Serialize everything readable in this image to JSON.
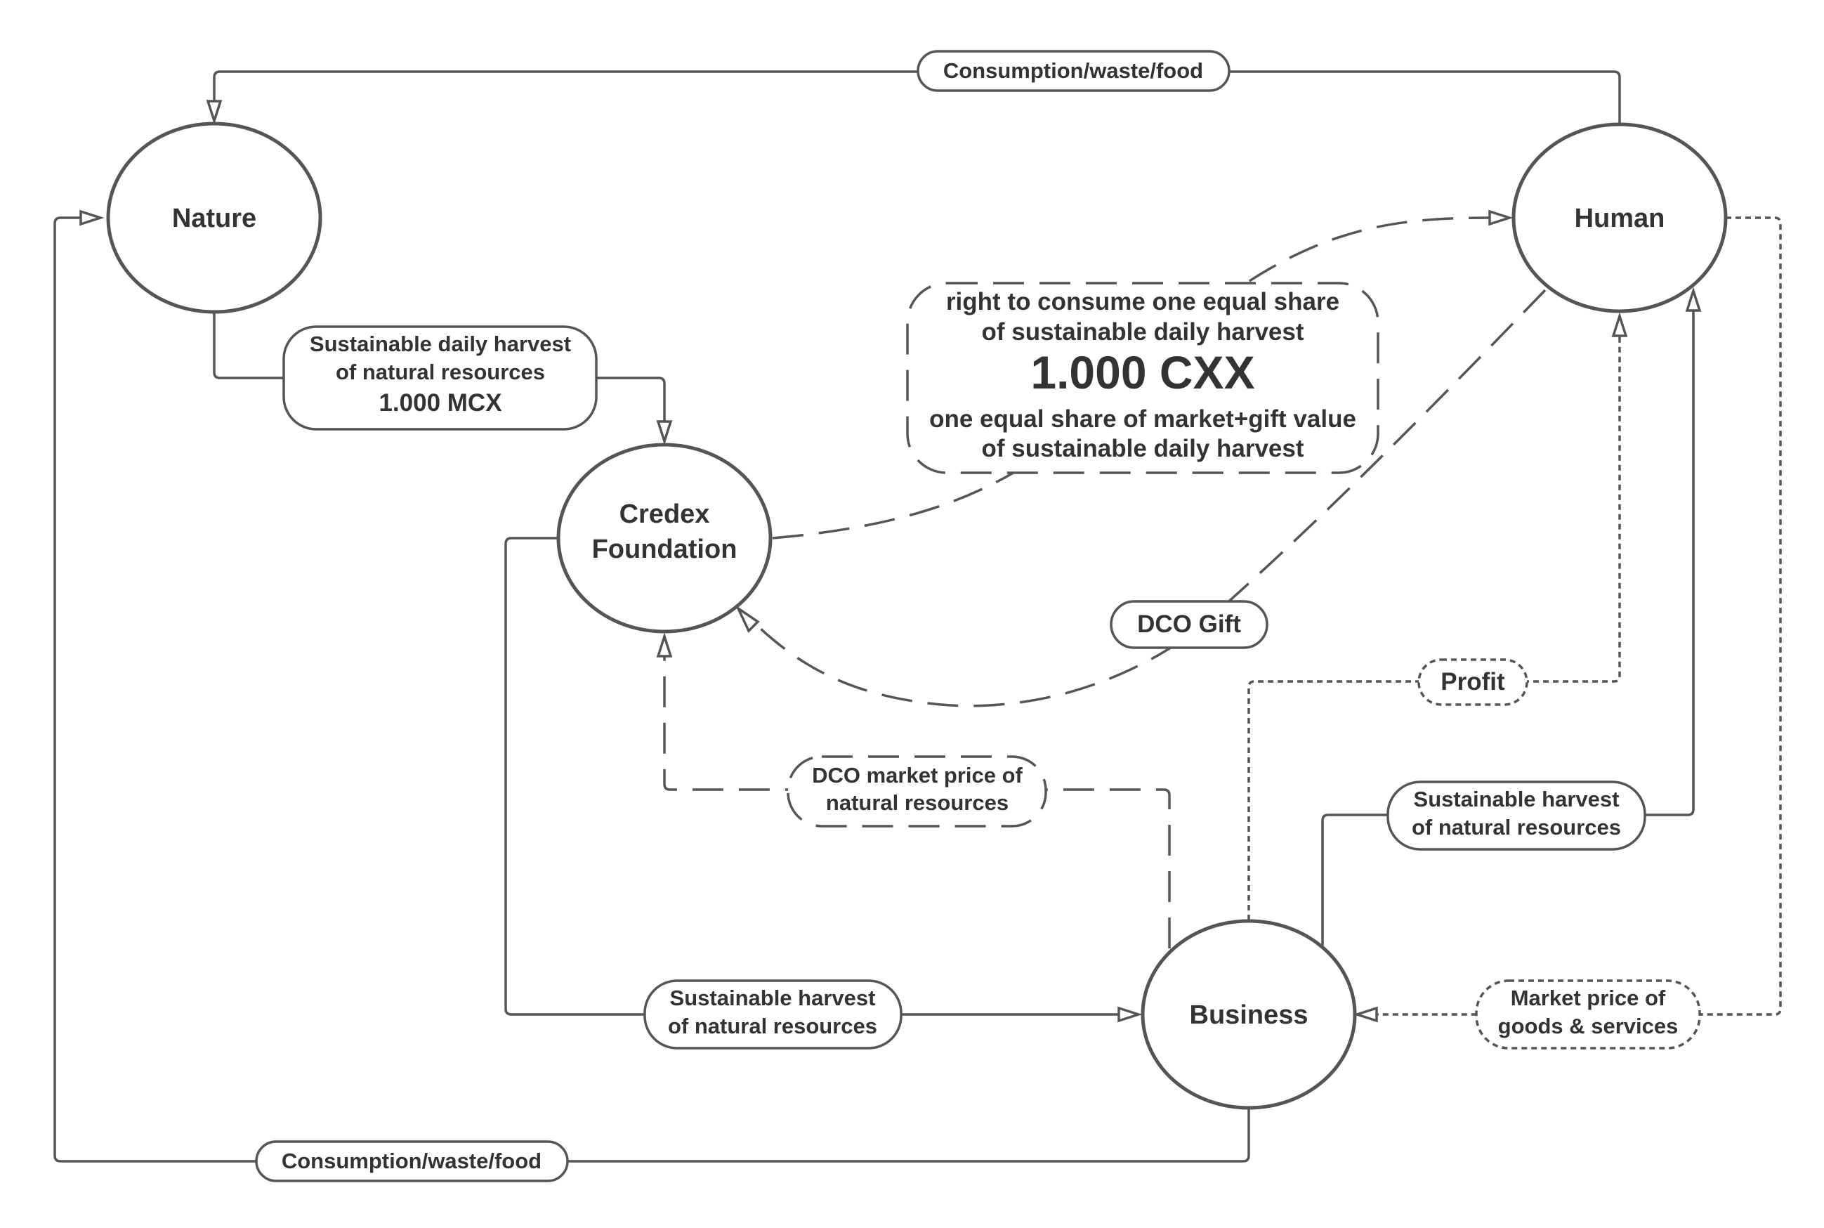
{
  "nodes": {
    "nature": "Nature",
    "human": "Human",
    "credex_line1": "Credex",
    "credex_line2": "Foundation",
    "business": "Business"
  },
  "labels": {
    "consumption_top": "Consumption/waste/food",
    "consumption_bottom": "Consumption/waste/food",
    "harvest_nature_line1": "Sustainable daily harvest",
    "harvest_nature_line2": "of natural resources",
    "harvest_nature_value": "1.000 MCX",
    "cxx_line1": "right to consume one equal share",
    "cxx_line2": "of sustainable daily harvest",
    "cxx_value": "1.000 CXX",
    "cxx_line3": "one equal share of market+gift value",
    "cxx_line4": "of sustainable daily harvest",
    "dco_gift": "DCO Gift",
    "profit": "Profit",
    "dco_market_line1": "DCO market price of",
    "dco_market_line2": "natural resources",
    "harvest_human_line1": "Sustainable harvest",
    "harvest_human_line2": "of natural resources",
    "harvest_business_line1": "Sustainable harvest",
    "harvest_business_line2": "of natural resources",
    "market_price_line1": "Market price of",
    "market_price_line2": "goods & services"
  }
}
